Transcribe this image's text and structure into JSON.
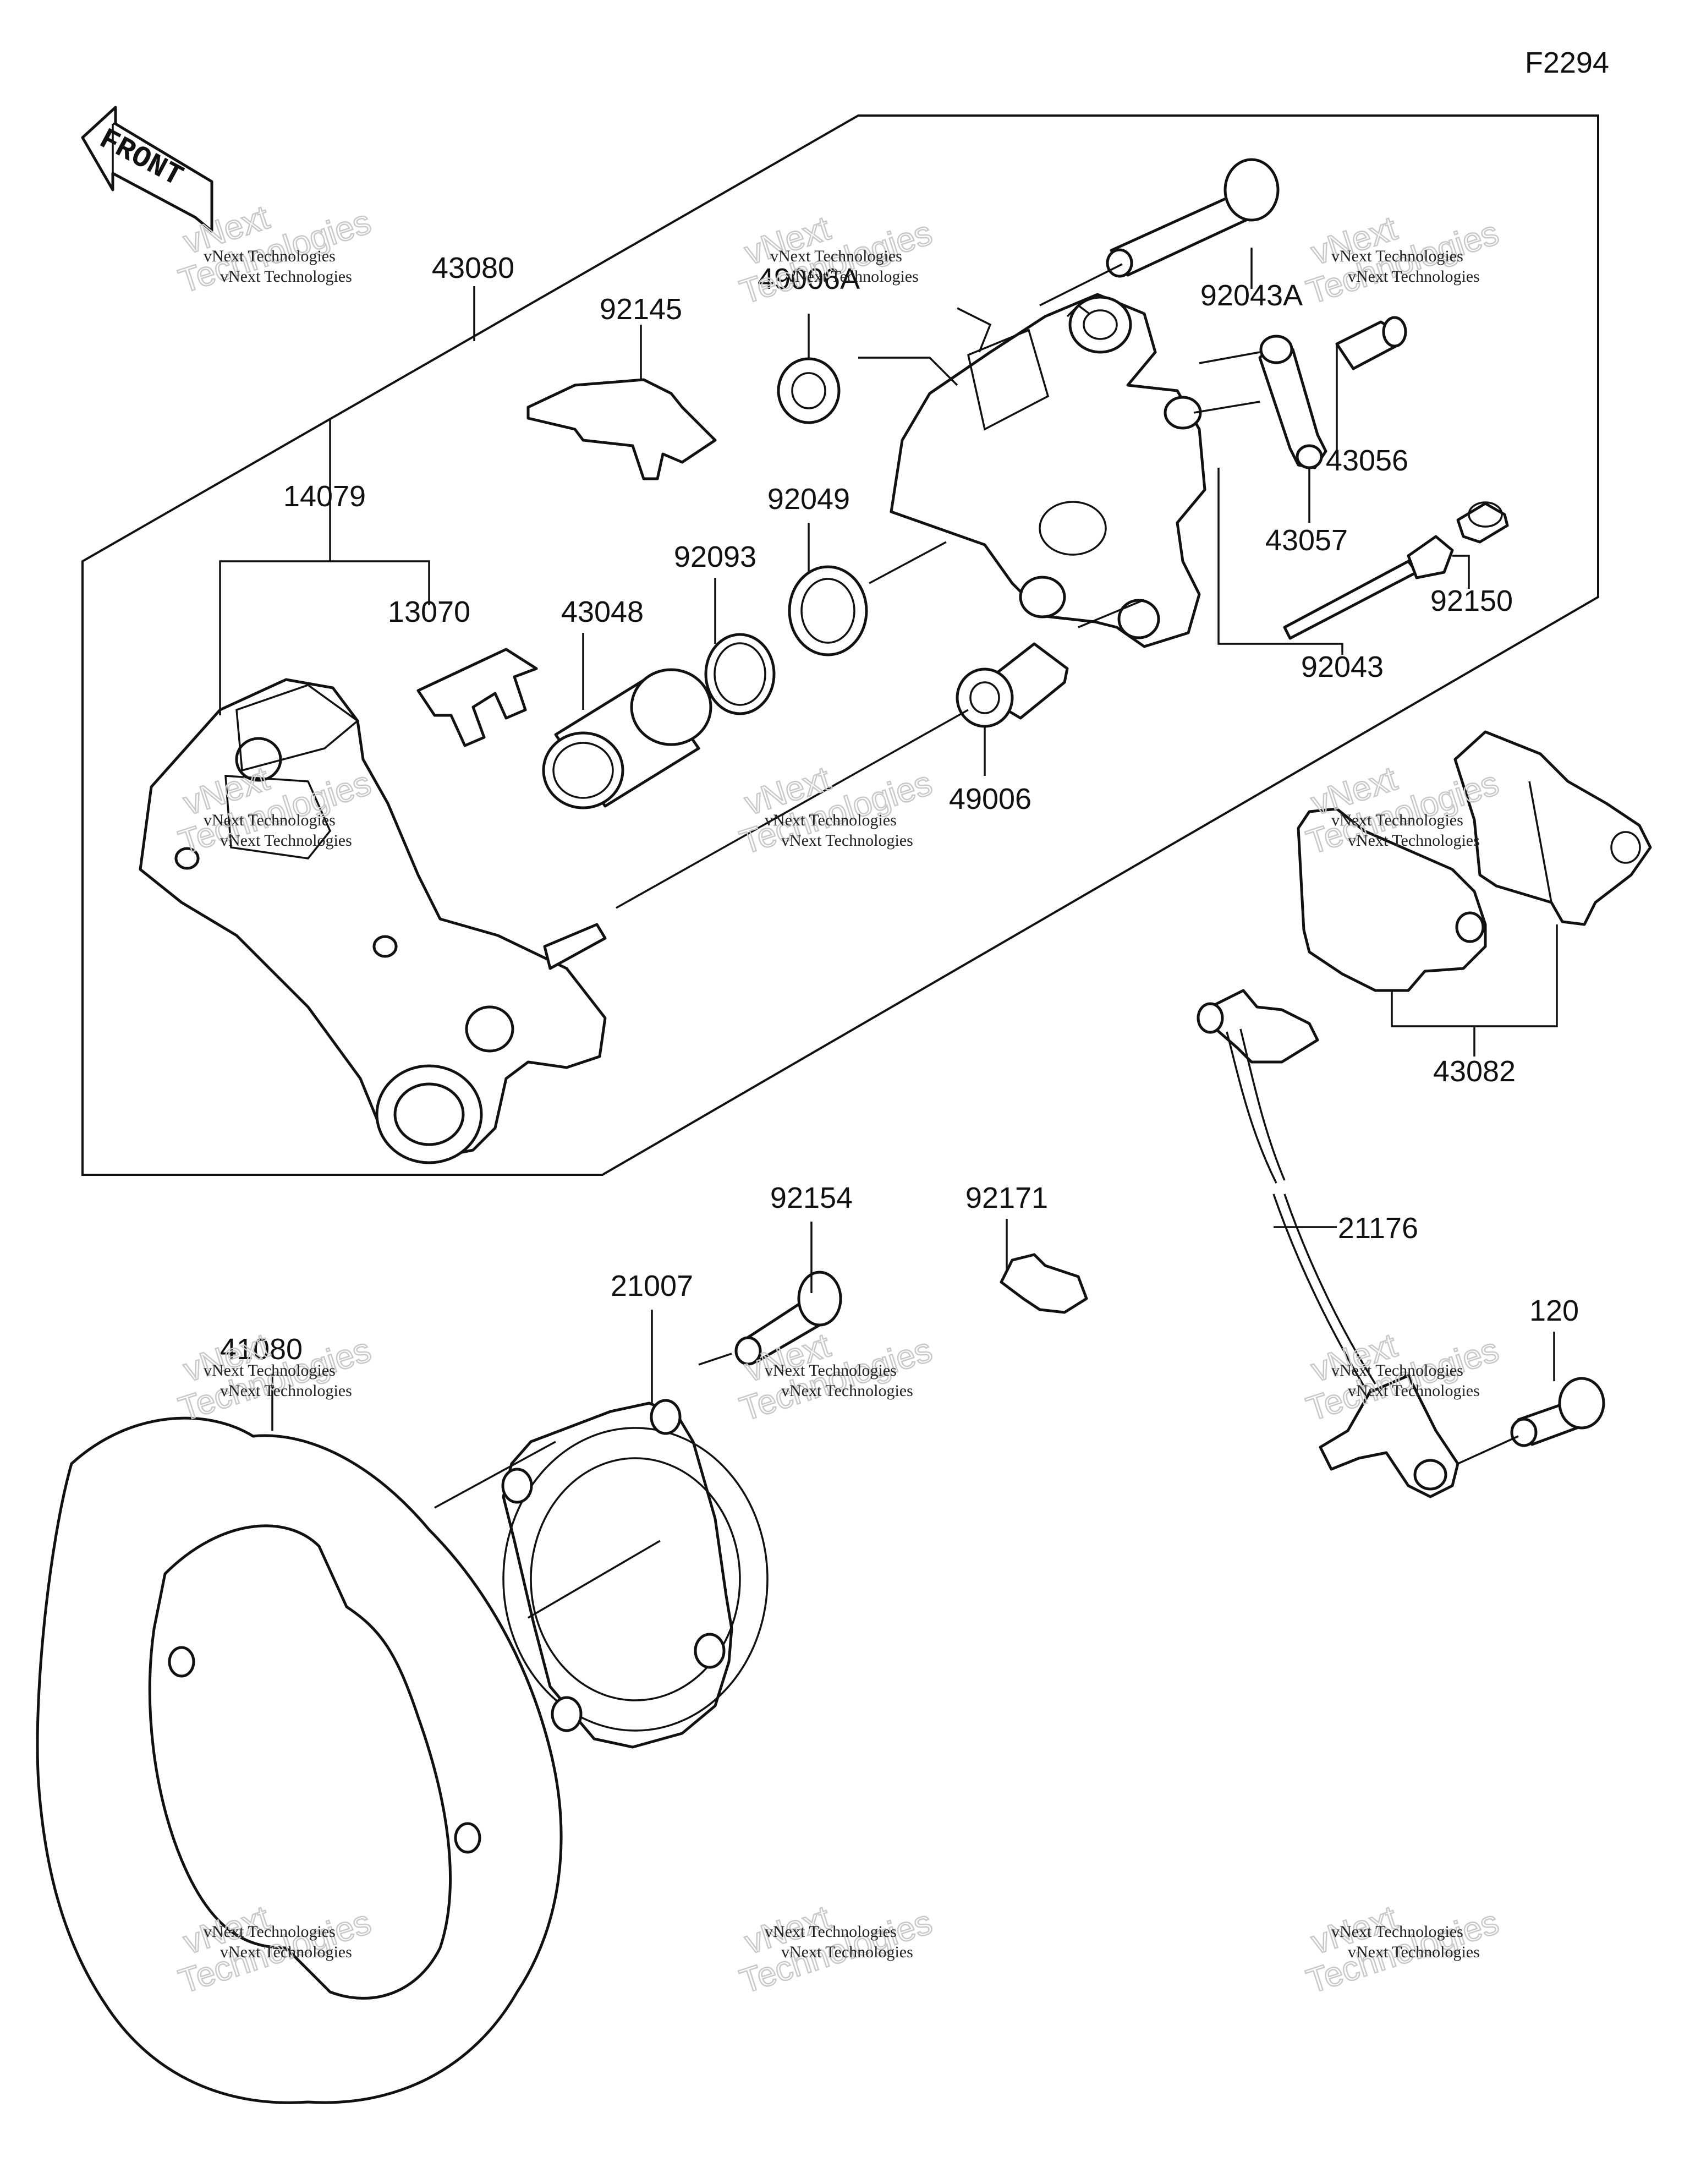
{
  "figure_code": "F2294",
  "front_label": "FRONT",
  "watermark": {
    "company": "vNext Technologies",
    "line1": "vNext",
    "line2": "Technologies"
  },
  "parts": {
    "p43080": "43080",
    "p92145": "92145",
    "p49006A": "49006A",
    "p92043A": "92043A",
    "p43056": "43056",
    "p43057": "43057",
    "p14079": "14079",
    "p13070": "13070",
    "p43048": "43048",
    "p92093": "92093",
    "p92049": "92049",
    "p92150": "92150",
    "p92043": "92043",
    "p49006": "49006",
    "p43082": "43082",
    "p92154": "92154",
    "p92171": "92171",
    "p21007": "21007",
    "p21176": "21176",
    "p41080": "41080",
    "p120": "120"
  }
}
